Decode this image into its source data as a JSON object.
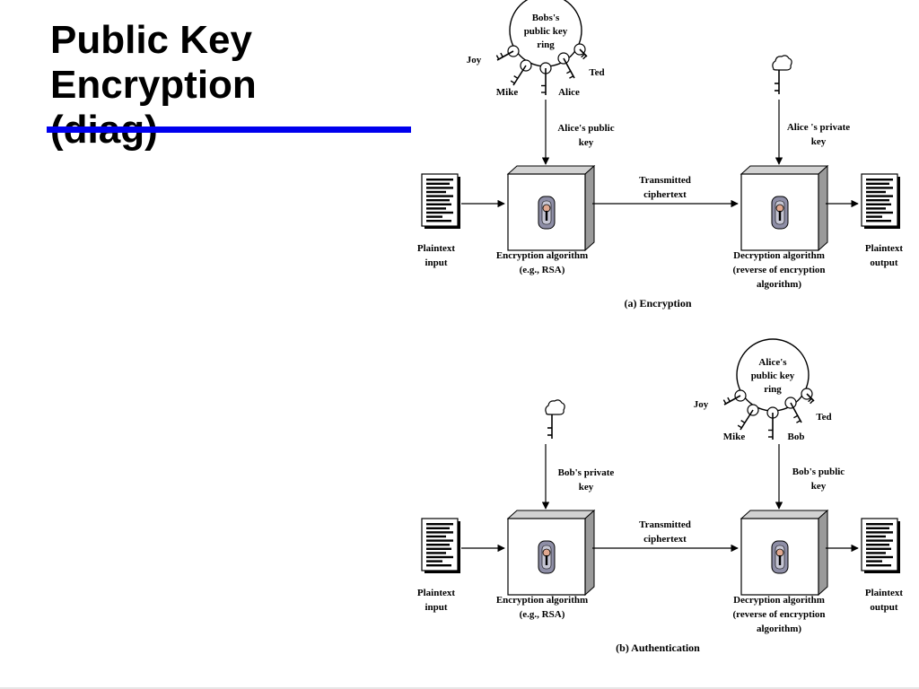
{
  "slide": {
    "title_lines": [
      "Public Key",
      "Encryption",
      "(diag)"
    ]
  },
  "panel_a": {
    "caption": "(a) Encryption",
    "ring_label": [
      "Bobs's",
      "public key",
      "ring"
    ],
    "ring_names": [
      "Joy",
      "Mike",
      "Alice",
      "Ted"
    ],
    "encrypt_key_label": [
      "Alice's public",
      "key"
    ],
    "decrypt_key_label": [
      "Alice 's private",
      "key"
    ],
    "transmitted_label": [
      "Transmitted",
      "ciphertext"
    ],
    "input_label": [
      "Plaintext",
      "input"
    ],
    "output_label": [
      "Plaintext",
      "output"
    ],
    "encrypt_label": [
      "Encryption algorithm",
      "(e.g., RSA)"
    ],
    "decrypt_label": [
      "Decryption algorithm",
      "(reverse of encryption",
      "algorithm)"
    ]
  },
  "panel_b": {
    "caption": "(b) Authentication",
    "ring_label": [
      "Alice's",
      "public key",
      "ring"
    ],
    "ring_names": [
      "Joy",
      "Mike",
      "Bob",
      "Ted"
    ],
    "encrypt_key_label": [
      "Bob's private",
      "key"
    ],
    "decrypt_key_label": [
      "Bob's public",
      "key"
    ],
    "transmitted_label": [
      "Transmitted",
      "ciphertext"
    ],
    "input_label": [
      "Plaintext",
      "input"
    ],
    "output_label": [
      "Plaintext",
      "output"
    ],
    "encrypt_label": [
      "Encryption algorithm",
      "(e.g., RSA)"
    ],
    "decrypt_label": [
      "Decryption algorithm",
      "(reverse of encryption",
      "algorithm)"
    ]
  },
  "colors": {
    "title_rule": "#0000ee",
    "box_side": "#9a9a9a",
    "lock_body": "#8e8ea6",
    "lock_knob": "#e0a890"
  }
}
